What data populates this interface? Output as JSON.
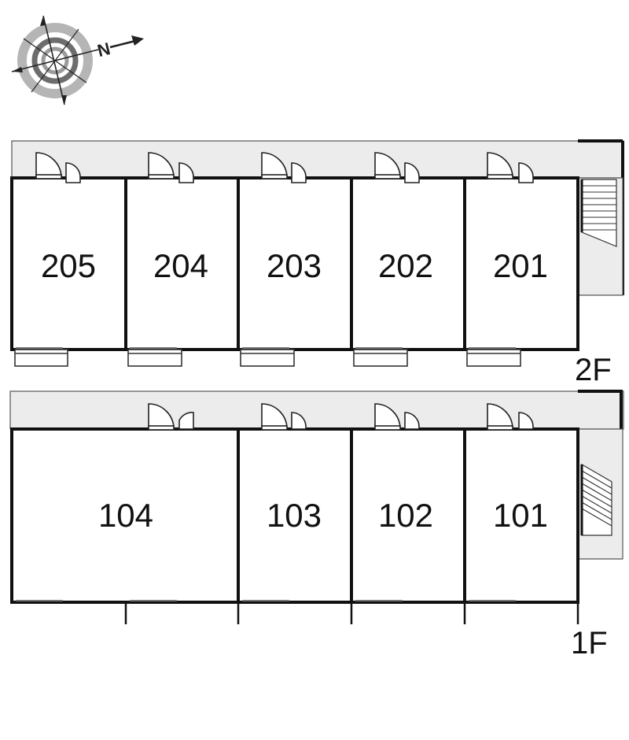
{
  "compass": {
    "north_label": "N",
    "icon": "compass-rose-icon"
  },
  "floors": [
    {
      "key": "floor2",
      "label": "2F",
      "units": [
        "205",
        "204",
        "203",
        "202",
        "201"
      ]
    },
    {
      "key": "floor1",
      "label": "1F",
      "units": [
        "104",
        "103",
        "102",
        "101"
      ]
    }
  ],
  "colors": {
    "wall": "#111111",
    "corridor": "#ececec",
    "stair": "#ffffff"
  }
}
